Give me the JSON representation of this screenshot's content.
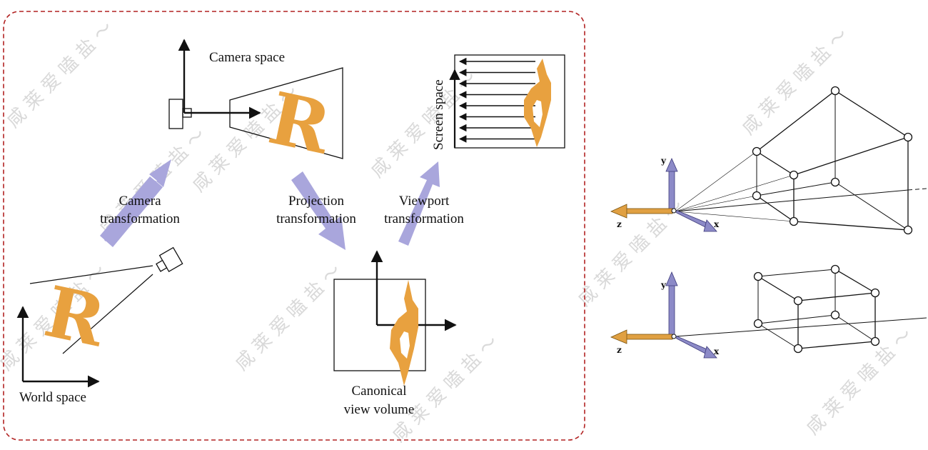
{
  "pipeline": {
    "world_space": "World space",
    "camera_space": "Camera space",
    "screen_space": "Screen space",
    "camera_transformation": [
      "Camera",
      "transformation"
    ],
    "projection_transformation": [
      "Projection",
      "transformation"
    ],
    "viewport_transformation": [
      "Viewport",
      "transformation"
    ],
    "canonical_view_volume": [
      "Canonical",
      "view volume"
    ],
    "object_letter": "R"
  },
  "axes": {
    "x": "x",
    "y": "y",
    "z": "z"
  },
  "watermark": "咸 莱 爱 嗑 盐 ～",
  "colors": {
    "frame_border": "#b22222",
    "object": "#e8a13f",
    "transform_arrow": "#a9a6dc",
    "x_axis": "#8c8ac7",
    "y_axis": "#8c8ac7",
    "z_axis": "#e0a042",
    "ink": "#111111"
  }
}
